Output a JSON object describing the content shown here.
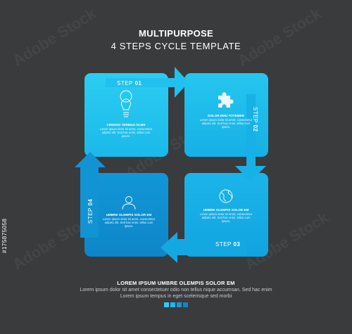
{
  "header": {
    "title": "MULTIPURPOSE",
    "subtitle": "4 STEPS CYCLE TEMPLATE"
  },
  "steps": [
    {
      "prefix": "STEP",
      "number": "01",
      "title": "CREDDO TERMUS OLMS",
      "text": "Lorem ipsum dolor sit amet, consectetur adipisc elit. Sed hac enim, tellus cum ipsum.",
      "icon": "lightbulb-icon"
    },
    {
      "prefix": "STEP",
      "number": "02",
      "title": "DOLOR EMU TOTEMER",
      "text": "Lorem ipsum dolor sit amet, consectetur adipisc elit. Sed hac enim, tellus cum ipsum.",
      "icon": "puzzle-icon"
    },
    {
      "prefix": "STEP",
      "number": "03",
      "title": "UMBRE OLEMPIS SOLOR EM",
      "text": "Lorem ipsum dolor sit amet, consectetur adipisc elit. Sed hac enim, tellus cum ipsum.",
      "icon": "globe-icon"
    },
    {
      "prefix": "STEP",
      "number": "04",
      "title": "UMBRE OLEMPIS SOLOR EM",
      "text": "Lorem ipsum dolor sit amet, consectetur adipisc elit. Sed hac enim, tellus cum ipsum.",
      "icon": "user-icon"
    }
  ],
  "footer": {
    "title": "LOREM IPSUM UMBRE OLEMPIS SOLOR EM",
    "line1": "Lorem ipsum dolor sit amet consectetuer odio non tellus nique accumsan. Sed hac enim",
    "line2": "Lorem ipsum tempus in eget scelerisque sed morbi"
  },
  "watermark": {
    "brand": "Adobe Stock",
    "image_id": "#175875058"
  },
  "colors": {
    "background": "#3a3b3d",
    "light_blue": "#1ec4ee",
    "mid_blue": "#15b2e6",
    "dark_blue": "#0f8dd0",
    "arrow_blue": "#19b6ec"
  }
}
